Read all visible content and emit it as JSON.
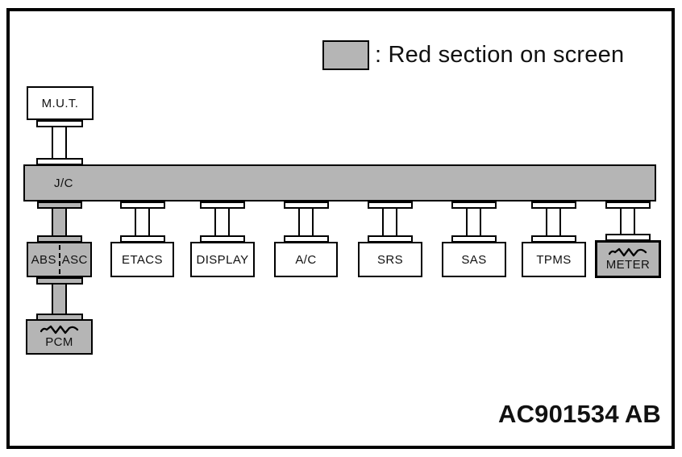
{
  "legend": {
    "swatch_color": "#b5b5b5",
    "label": ": Red section on screen"
  },
  "tester": {
    "label": "M.U.T."
  },
  "junction": {
    "label": "J/C"
  },
  "modules": {
    "abs": {
      "label_left": "ABS",
      "label_right": "ASC"
    },
    "etacs": {
      "label": "ETACS"
    },
    "display": {
      "label": "DISPLAY"
    },
    "ac": {
      "label": "A/C"
    },
    "srs": {
      "label": "SRS"
    },
    "sas": {
      "label": "SAS"
    },
    "tpms": {
      "label": "TPMS"
    },
    "meter": {
      "label": "METER"
    },
    "pcm": {
      "label": "PCM"
    }
  },
  "figure_code": {
    "code": "AC901534",
    "suffix": "AB"
  }
}
